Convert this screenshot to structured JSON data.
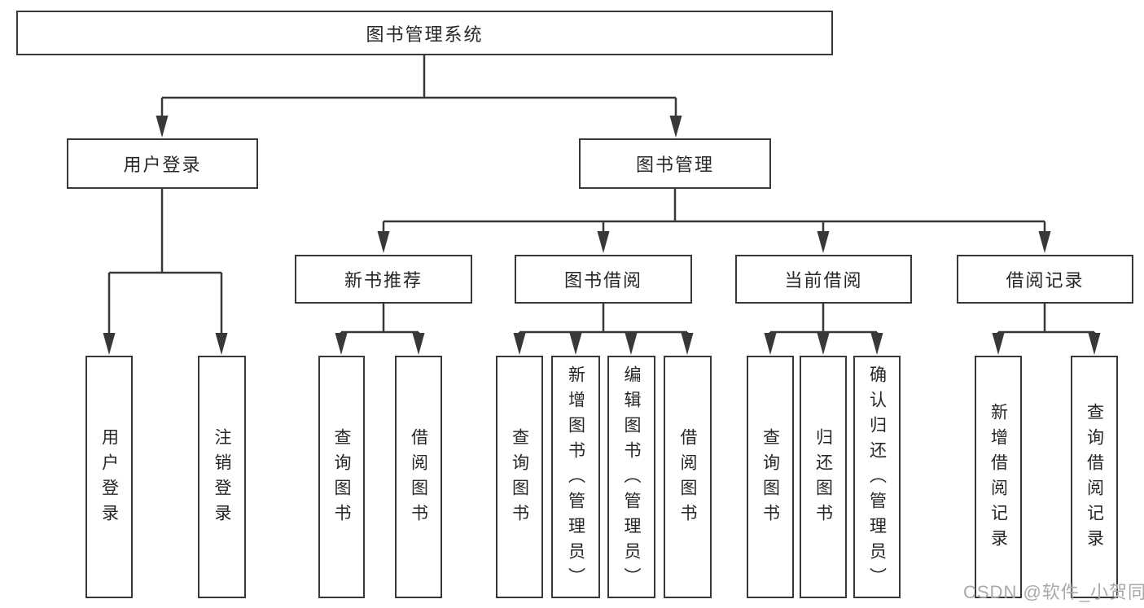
{
  "diagram": {
    "title": "图书管理系统",
    "tree": {
      "label": "图书管理系统",
      "children": [
        {
          "label": "用户登录",
          "children": [
            {
              "label": "用户登录"
            },
            {
              "label": "注销登录"
            }
          ]
        },
        {
          "label": "图书管理",
          "children": [
            {
              "label": "新书推荐",
              "children": [
                {
                  "label": "查询图书"
                },
                {
                  "label": "借阅图书"
                }
              ]
            },
            {
              "label": "图书借阅",
              "children": [
                {
                  "label": "查询图书"
                },
                {
                  "label": "新增图书（管理员）"
                },
                {
                  "label": "编辑图书（管理员）"
                },
                {
                  "label": "借阅图书"
                }
              ]
            },
            {
              "label": "当前借阅",
              "children": [
                {
                  "label": "查询图书"
                },
                {
                  "label": "归还图书"
                },
                {
                  "label": "确认归还（管理员）"
                }
              ]
            },
            {
              "label": "借阅记录",
              "children": [
                {
                  "label": "新增借阅记录"
                },
                {
                  "label": "查询借阅记录"
                }
              ]
            }
          ]
        }
      ]
    },
    "line_color": "#383838",
    "box_border_color": "#383838",
    "text_color": "#262626"
  },
  "watermark": "CSDN @软件_小贺同学"
}
